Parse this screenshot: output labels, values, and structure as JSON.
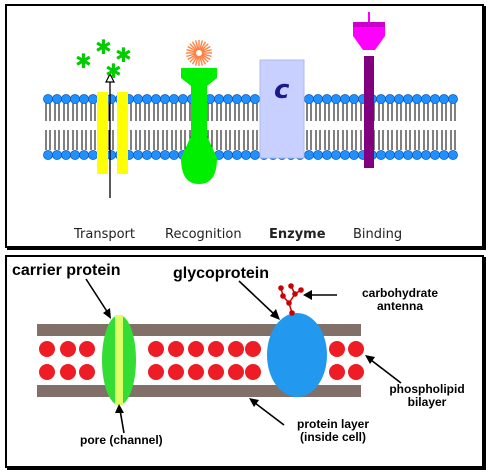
{
  "top_panel": {
    "labels": {
      "transport": "Transport",
      "recognition": "Recognition",
      "enzyme": "Enzyme",
      "binding": "Binding"
    },
    "enzyme_glyph": "c"
  },
  "bottom_panel": {
    "labels": {
      "carrier_protein": "carrier protein",
      "glycoprotein": "glycoprotein",
      "carbohydrate_line1": "carbohydrate",
      "carbohydrate_line2": "antenna",
      "phospholipid_line1": "phospholipid",
      "phospholipid_line2": "bilayer",
      "protein_layer_line1": "protein layer",
      "protein_layer_line2": "(inside cell)",
      "pore": "pore (channel)"
    }
  },
  "colors": {
    "bilayer_head": "#1e90ff",
    "transport_protein": "#ffff00",
    "recognition_protein": "#00ee00",
    "recognition_flower": "#ff8040",
    "enzyme": "#c8d0ff",
    "binding_protein": "#800080",
    "binding_cap": "#ff00ff",
    "transport_stars": "#00cc00",
    "protein_layer": "#807068",
    "phospholipid_dot": "#ee1c24",
    "carrier_protein": "#33dd33",
    "pore": "#ddff66",
    "glycoprotein": "#2299ee",
    "carbohydrate": "#cc0000"
  }
}
